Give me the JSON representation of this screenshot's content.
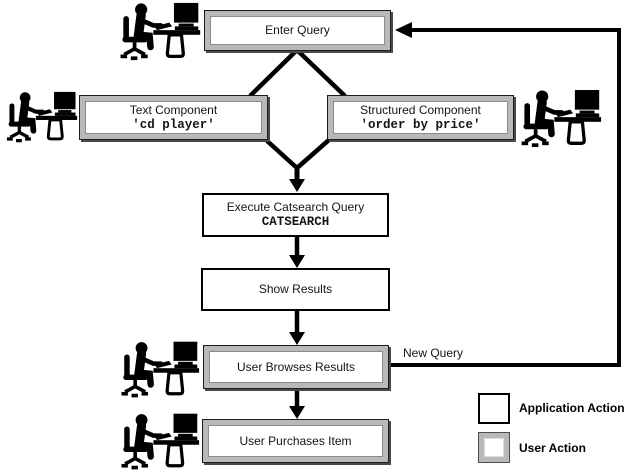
{
  "diagram": {
    "nodes": {
      "enter_query": {
        "label": "Enter Query",
        "type": "user"
      },
      "text_component": {
        "label": "Text Component",
        "code": "'cd player'",
        "type": "user"
      },
      "structured_component": {
        "label": "Structured Component",
        "code": "'order by price'",
        "type": "user"
      },
      "execute_query": {
        "label": "Execute Catsearch Query",
        "code": "CATSEARCH",
        "type": "application"
      },
      "show_results": {
        "label": "Show Results",
        "type": "application"
      },
      "user_browses": {
        "label": "User Browses Results",
        "type": "user"
      },
      "user_purchases": {
        "label": "User Purchases Item",
        "type": "user"
      }
    },
    "edges": {
      "new_query_label": "New Query"
    },
    "legend": {
      "application": {
        "label": "Application Action"
      },
      "user": {
        "label": "User Action"
      }
    },
    "icons": {
      "person": "person-at-computer-icon"
    },
    "colors": {
      "user_action_gray": "#b9b9b9",
      "line": "#000000",
      "box_background": "#ffffff",
      "shadow": "#4a4a4a"
    }
  }
}
